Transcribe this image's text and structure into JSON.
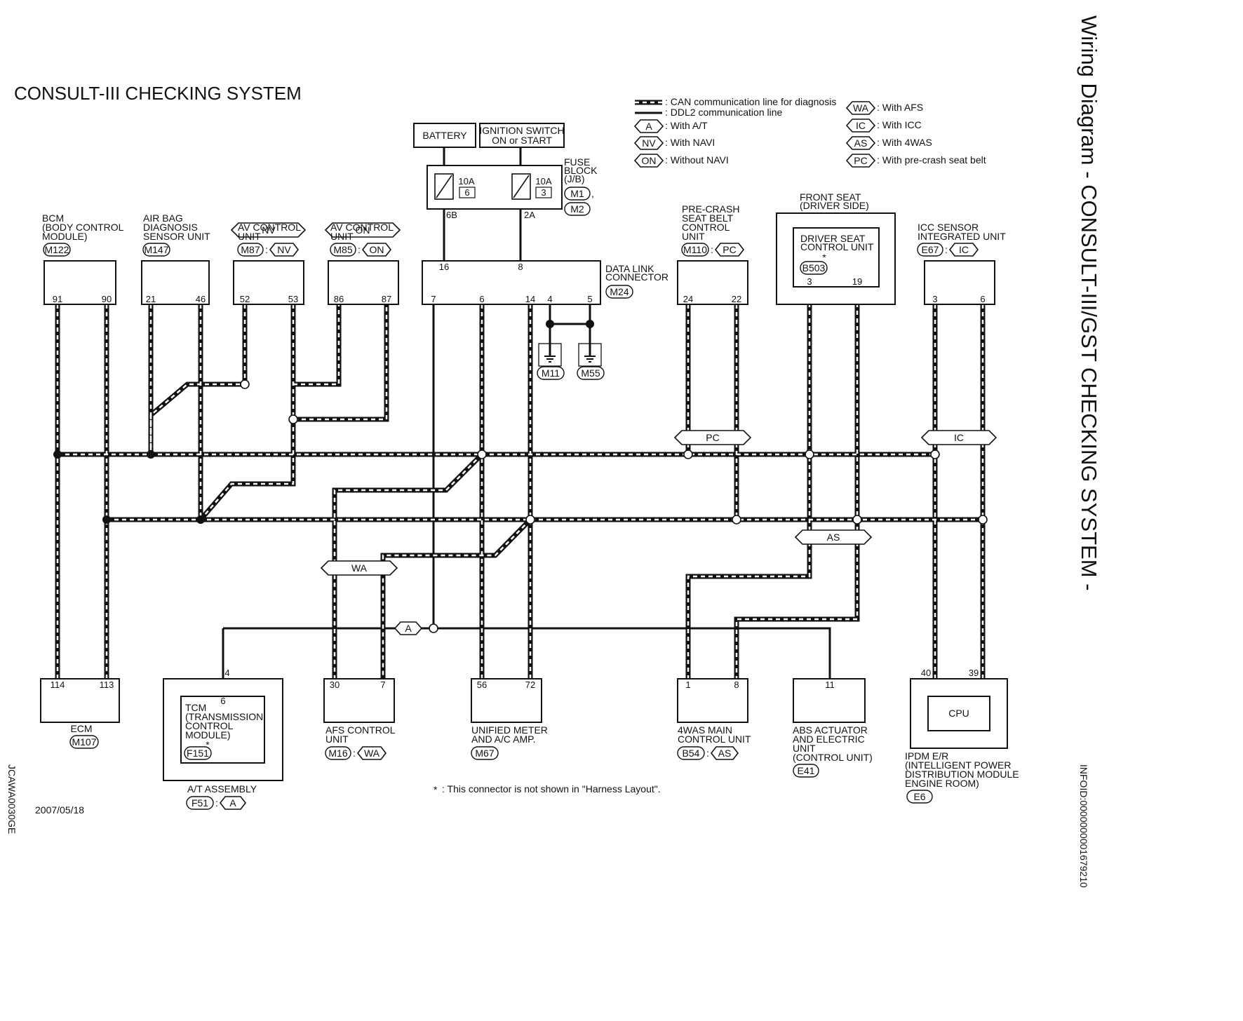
{
  "page": {
    "title": "CONSULT-III CHECKING SYSTEM",
    "side_title": "Wiring Diagram - CONSULT-III/GST CHECKING SYSTEM -",
    "date": "2007/05/18",
    "figure_code": "JCAWA0030GE",
    "info_id": "INFOID:0000000001679210",
    "footnote_star": "*",
    "footnote": ": This connector is not shown in \"Harness Layout\"."
  },
  "legend": {
    "can_line": ": CAN communication line for diagnosis",
    "ddl2_line": ": DDL2 communication line",
    "items": [
      {
        "code": "A",
        "text": ": With A/T"
      },
      {
        "code": "NV",
        "text": ": With NAVI"
      },
      {
        "code": "ON",
        "text": ": Without NAVI"
      },
      {
        "code": "WA",
        "text": ": With AFS"
      },
      {
        "code": "IC",
        "text": ": With ICC"
      },
      {
        "code": "AS",
        "text": ": With 4WAS"
      },
      {
        "code": "PC",
        "text": ": With pre-crash seat belt"
      }
    ]
  },
  "power": {
    "battery": "BATTERY",
    "ignition_line1": "IGNITION SWITCH",
    "ignition_line2": "ON or START",
    "fuse_block": [
      "FUSE",
      "BLOCK",
      "(J/B)"
    ],
    "fuse_connectors": [
      "M1",
      "M2"
    ],
    "fuse_comma": ",",
    "fuse_left_amp": "10A",
    "fuse_left_no": "6",
    "fuse_left_pin": "6B",
    "fuse_right_amp": "10A",
    "fuse_right_no": "3",
    "fuse_right_pin": "2A"
  },
  "dlc": {
    "name": [
      "DATA LINK",
      "CONNECTOR"
    ],
    "connector": "M24",
    "top_pins": [
      "16",
      "8"
    ],
    "bottom_pins": [
      "7",
      "6",
      "14",
      "4",
      "5"
    ],
    "grounds": [
      "M11",
      "M55"
    ]
  },
  "top_units": [
    {
      "name": [
        "BCM",
        "(BODY CONTROL",
        " MODULE)"
      ],
      "connector": "M122",
      "option": "",
      "pins": [
        "91",
        "90"
      ]
    },
    {
      "name": [
        "AIR BAG",
        "DIAGNOSIS",
        "SENSOR UNIT"
      ],
      "connector": "M147",
      "option": "",
      "pins": [
        "21",
        "46"
      ]
    },
    {
      "name": [
        "AV CONTROL",
        "UNIT"
      ],
      "connector": "M87",
      "option": "NV",
      "pins": [
        "52",
        "53"
      ]
    },
    {
      "name": [
        "AV CONTROL",
        "UNIT"
      ],
      "connector": "M85",
      "option": "ON",
      "pins": [
        "86",
        "87"
      ]
    },
    {
      "name": [
        "PRE-CRASH",
        "SEAT BELT",
        "CONTROL",
        "UNIT"
      ],
      "connector": "M110",
      "option": "PC",
      "pins": [
        "24",
        "22"
      ]
    },
    {
      "name": [
        "ICC SENSOR",
        "INTEGRATED UNIT"
      ],
      "connector": "E67",
      "option": "IC",
      "pins": [
        "3",
        "6"
      ]
    }
  ],
  "front_seat": {
    "name": [
      "FRONT SEAT",
      "(DRIVER SIDE)"
    ],
    "inner_name": [
      "DRIVER SEAT",
      "CONTROL UNIT"
    ],
    "star": "*",
    "connector": "B503",
    "pins": [
      "3",
      "19"
    ]
  },
  "bottom_units": [
    {
      "name": [
        "ECM"
      ],
      "connector": "M107",
      "option": "",
      "pins": [
        "114",
        "113"
      ]
    },
    {
      "name": [
        "AFS CONTROL",
        "UNIT"
      ],
      "connector": "M16",
      "option": "WA",
      "pins": [
        "30",
        "7"
      ]
    },
    {
      "name": [
        "UNIFIED METER",
        "AND A/C AMP."
      ],
      "connector": "M67",
      "option": "",
      "pins": [
        "56",
        "72"
      ]
    },
    {
      "name": [
        "4WAS MAIN",
        "CONTROL UNIT"
      ],
      "connector": "B54",
      "option": "AS",
      "pins": [
        "1",
        "8"
      ]
    },
    {
      "name": [
        "ABS ACTUATOR",
        "AND ELECTRIC",
        "UNIT",
        "(CONTROL UNIT)"
      ],
      "connector": "E41",
      "option": "",
      "pins": [
        "11"
      ]
    },
    {
      "name": [
        "IPDM E/R",
        "(INTELLIGENT POWER",
        " DISTRIBUTION MODULE",
        " ENGINE ROOM)"
      ],
      "connector": "E6",
      "option": "",
      "pins": [
        "40",
        "39"
      ],
      "inner": "CPU"
    }
  ],
  "at_assembly": {
    "name": "A/T ASSEMBLY",
    "connector": "F51",
    "option": "A",
    "outer_pin": "4",
    "inner_pin": "6",
    "tcm": [
      "TCM",
      "(TRANSMISSION",
      " CONTROL",
      " MODULE)"
    ],
    "star": "*",
    "tcm_connector": "F151"
  },
  "line_tags": [
    "NV",
    "ON",
    "PC",
    "IC",
    "WA",
    "AS",
    "A"
  ]
}
